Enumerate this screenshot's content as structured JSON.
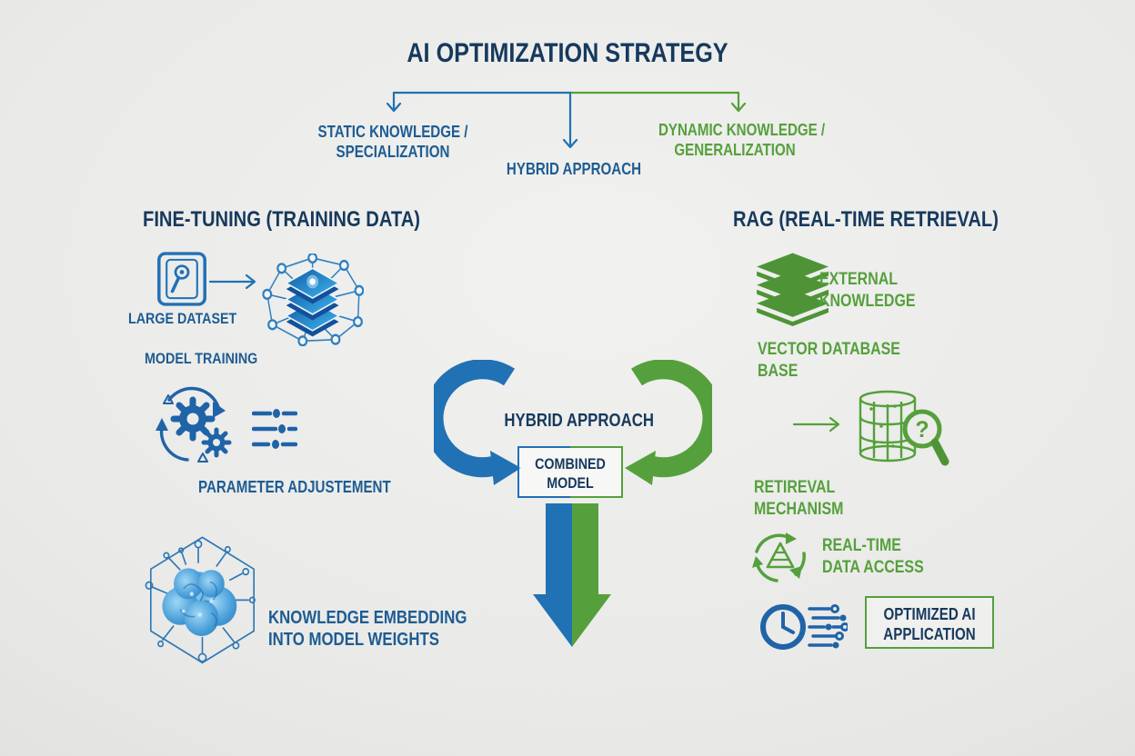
{
  "title": "AI OPTIMIZATION STRATEGY",
  "tree": {
    "branches": [
      {
        "id": "static",
        "lines": [
          "STATIC KNOWLEDGE /",
          "SPECIALIZATION"
        ]
      },
      {
        "id": "hybrid",
        "lines": [
          "HYBRID APPROACH"
        ]
      },
      {
        "id": "dynamic",
        "lines": [
          "DYNAMIC KNOWLEDGE /",
          "GENERALIZATION"
        ]
      }
    ]
  },
  "left": {
    "header": "FINE-TUNING (TRAINING DATA)",
    "large_dataset_label": "LARGE DATASET",
    "model_training_label": "MODEL TRAINING",
    "parameter_label": "PARAMETER ADJUSTEMENT",
    "knowledge_lines": [
      "KNOWLEDGE EMBEDDING",
      "INTO MODEL WEIGHTS"
    ]
  },
  "center": {
    "hybrid_label": "HYBRID APPROACH",
    "combined_lines": [
      "COMBINED",
      "MODEL"
    ]
  },
  "right": {
    "header": "RAG (REAL-TIME RETRIEVAL)",
    "external_lines": [
      "EXTERNAL",
      "KNOWLEDGE"
    ],
    "vector_lines": [
      "VECTOR DATABASE",
      "BASE"
    ],
    "retrieval_lines": [
      "RETIREVAL",
      "MECHANISM"
    ],
    "realtime_lines": [
      "REAL-TIME",
      "DATA ACCESS"
    ],
    "optimized_lines": [
      "OPTIMIZED AI",
      "APPLICATION"
    ],
    "question_mark": "?"
  },
  "colors": {
    "navy": "#16395d",
    "branch_blue": "#1d5c93",
    "icon_blue": "#2171b5",
    "green": "#55a03c",
    "icon_green": "#4e9436",
    "background": "#e8e8e6"
  },
  "icons": {
    "hard_drive": "hard-drive-icon",
    "neural_stack": "neural-network-stack-icon",
    "gears_cycle": "gears-cycle-icon",
    "sliders": "sliders-icon",
    "brain_circuit": "brain-circuit-icon",
    "books_stack": "books-stack-icon",
    "vector_database_search": "vector-database-search-icon",
    "realtime_cycle": "realtime-cycle-icon",
    "clock_circuit": "clock-circuit-icon",
    "curved_arrows": "curved-arrow-icons",
    "merged_down_arrow": "merged-down-arrow-icon"
  }
}
